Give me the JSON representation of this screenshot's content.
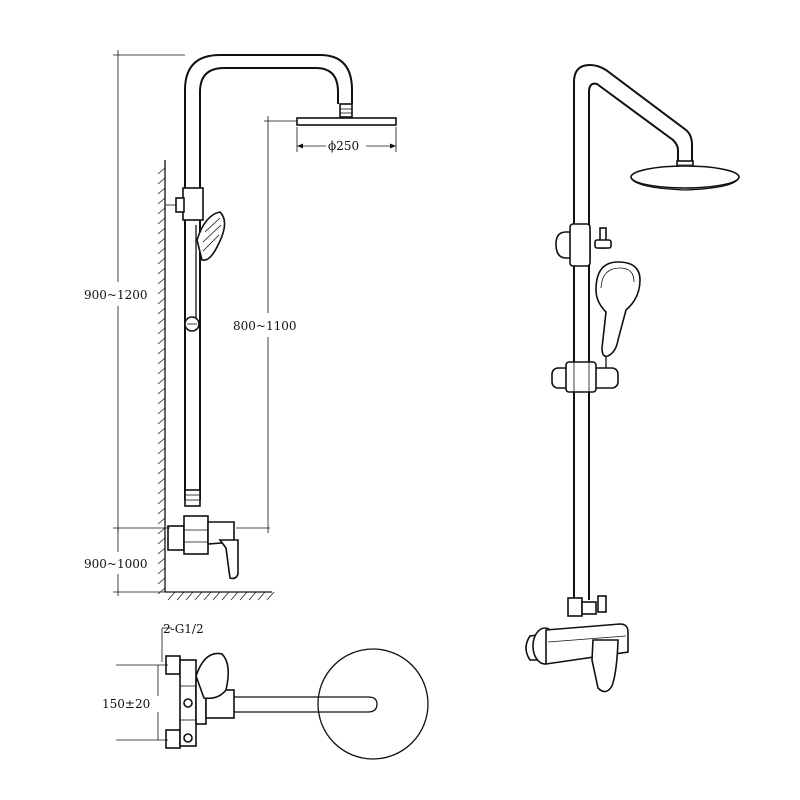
{
  "dimensions": {
    "total_height": "900~1200",
    "lower_height": "900~1000",
    "slide_height": "800~1100",
    "head_diameter": "ϕ250",
    "inlet_thread": "2-G1/2",
    "inlet_spacing": "150±20"
  },
  "colors": {
    "line": "#111111",
    "background": "#ffffff"
  }
}
